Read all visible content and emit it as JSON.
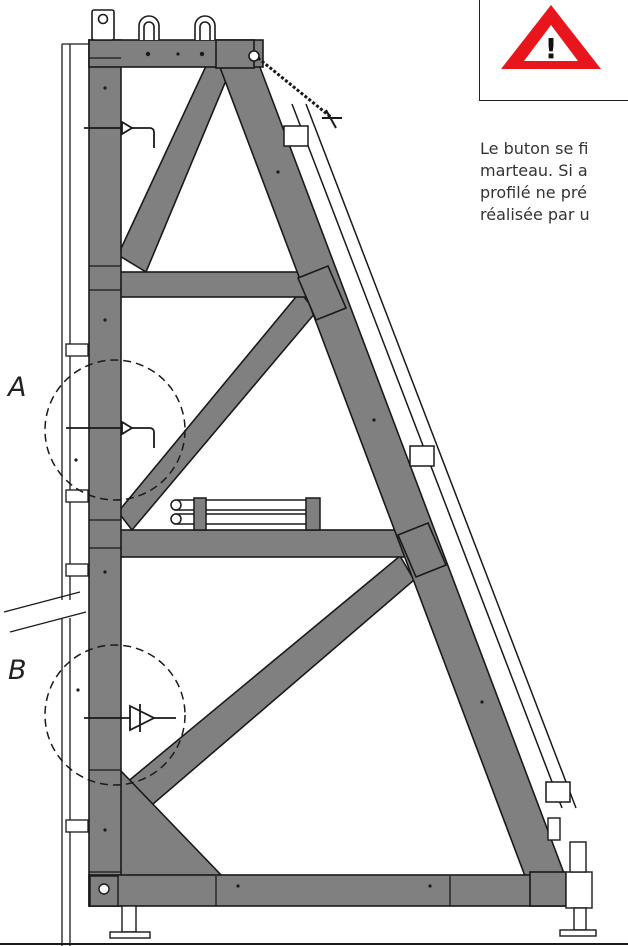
{
  "warning": {
    "icon": "warning-triangle-icon",
    "symbol": "!",
    "color": "#e8161c"
  },
  "note": {
    "lines": [
      "Le buton se fi",
      "marteau. Si a",
      "profilé ne pré",
      "réalisée par u"
    ]
  },
  "details": [
    {
      "label": "A"
    },
    {
      "label": "B"
    }
  ],
  "colors": {
    "steel": "#808080",
    "outline": "#1a1a1a"
  }
}
